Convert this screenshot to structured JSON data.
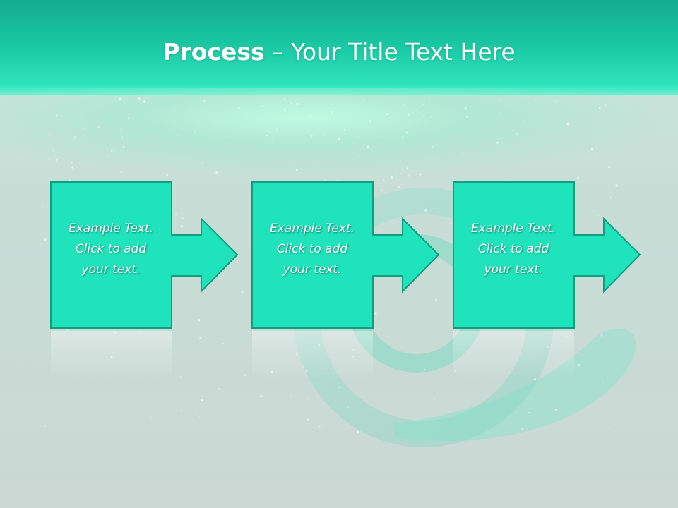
{
  "slide": {
    "title_bold": "Process",
    "title_rest": " – Your Title Text Here",
    "colors": {
      "header": "#18c6a2",
      "box_fill": "#1ee3bb",
      "box_stroke": "#0f9e80",
      "text": "#ffffff"
    }
  },
  "process": {
    "steps": [
      {
        "lines": [
          "Example Text.",
          "Click  to add",
          "your text."
        ]
      },
      {
        "lines": [
          "Example Text.",
          "Click  to add",
          "your text."
        ]
      },
      {
        "lines": [
          "Example Text.",
          "Click  to add",
          "your text."
        ]
      }
    ]
  }
}
